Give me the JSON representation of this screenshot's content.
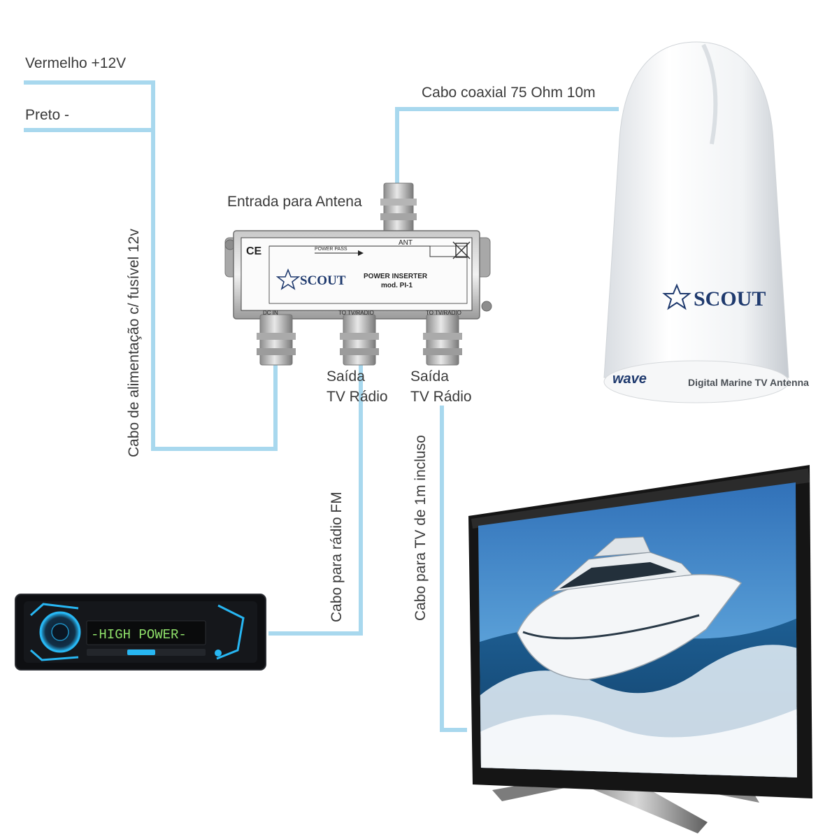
{
  "labels": {
    "red_wire": "Vermelho +12V",
    "black_wire": "Preto -",
    "coax_cable": "Cabo coaxial 75 Ohm 10m",
    "antenna_input": "Entrada para Antena",
    "output_1_line1": "Saída",
    "output_1_line2": "TV Rádio",
    "output_2_line1": "Saída",
    "output_2_line2": "TV Rádio",
    "power_cable": "Cabo de alimentação c/ fusível 12v",
    "fm_cable": "Cabo para rádio FM",
    "tv_cable": "Cabo para TV de 1m incluso"
  },
  "inserter": {
    "brand": "SCOUT",
    "title": "POWER INSERTER",
    "model": "mod. PI-1",
    "ce_mark": "CE",
    "power_pass": "POWER PASS",
    "ant_port": "ANT",
    "dc_in": "DC IN",
    "to_tv_1": "TO TV/RADIO",
    "to_tv_2": "TO TV/RADIO"
  },
  "antenna": {
    "brand": "SCOUT",
    "series": "wave",
    "product": "Digital Marine TV Antenna"
  },
  "radio": {
    "display": "-HIGH POWER-"
  },
  "colors": {
    "wire": "#a8d8ee",
    "text": "#3a3a3a",
    "brand_blue": "#1f3a6e"
  }
}
